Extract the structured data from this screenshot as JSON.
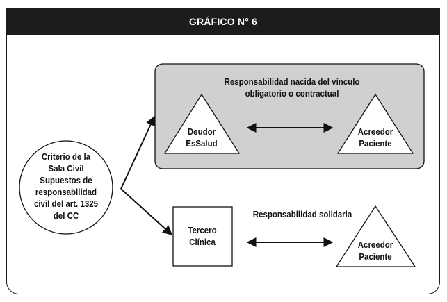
{
  "figure": {
    "title": "GRÁFICO N° 6"
  },
  "nodes": {
    "criterio": {
      "lines": [
        "Criterio de la",
        "Sala Civil",
        "Supuestos de",
        "responsabilidad",
        "civil del art. 1325",
        "del CC"
      ]
    },
    "contractual_box": {
      "title_lines": [
        "Responsabilidad nacida del vínculo",
        "obligatorio o contractual"
      ]
    },
    "deudor": {
      "lines": [
        "Deudor",
        "EsSalud"
      ]
    },
    "acreedor_top": {
      "lines": [
        "Acreedor",
        "Paciente"
      ]
    },
    "solidaria": {
      "title": "Responsabilidad solidaria"
    },
    "tercero": {
      "lines": [
        "Tercero",
        "Clínica"
      ]
    },
    "acreedor_bottom": {
      "lines": [
        "Acreedor",
        "Paciente"
      ]
    }
  },
  "colors": {
    "header_background": "#1c1c1c",
    "header_text": "#ffffff",
    "box_fill": "#d0d0d0",
    "stroke": "#111111"
  }
}
